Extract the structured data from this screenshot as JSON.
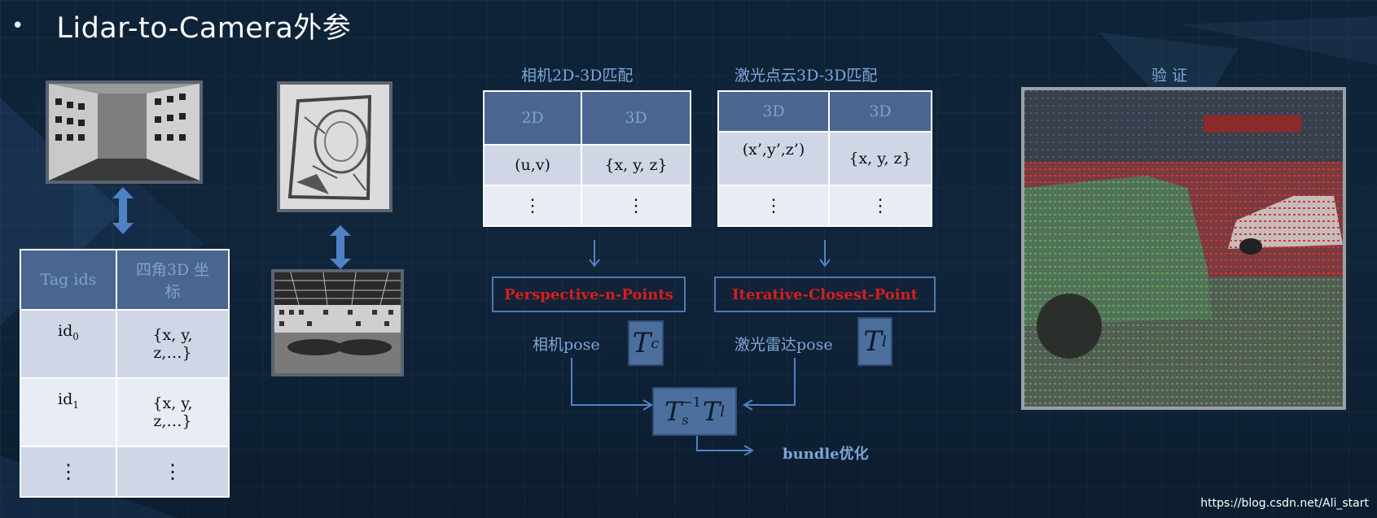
{
  "slide": {
    "bullet": "•",
    "title": "Lidar-to-Camera外参"
  },
  "tag_table": {
    "headers": [
      "Tag ids",
      "四角3D 坐标"
    ],
    "rows": [
      {
        "id_base": "id",
        "id_sub": "0",
        "coord": "{x, y, z,…}"
      },
      {
        "id_base": "id",
        "id_sub": "1",
        "coord": "{x, y, z,…}"
      },
      {
        "id_base": "⋮",
        "id_sub": "",
        "coord": "⋮"
      }
    ]
  },
  "camera_match": {
    "label": "相机2D-3D匹配",
    "headers": [
      "2D",
      "3D"
    ],
    "rows": [
      [
        "(u,v)",
        "{x, y, z}"
      ],
      [
        "⋮",
        "⋮"
      ]
    ],
    "method": "Perspective-n-Points",
    "pose_label": "相机pose",
    "pose_symbol": "T",
    "pose_sub": "c"
  },
  "lidar_match": {
    "label": "激光点云3D-3D匹配",
    "headers": [
      "3D",
      "3D"
    ],
    "rows": [
      [
        "(x’,y’,z’)",
        "{x, y, z}"
      ],
      [
        "⋮",
        "⋮"
      ]
    ],
    "method": "Iterative-Closest-Point",
    "pose_label": "激光雷达pose",
    "pose_symbol": "T",
    "pose_sub": "l"
  },
  "combine": {
    "t1": "T",
    "t1_sub": "s",
    "t1_sup": "−1",
    "t2": "T",
    "t2_sub": "l",
    "output_label": "bundle优化"
  },
  "verify": {
    "label": "验 证"
  },
  "watermark": "https://blog.csdn.net/Ali_start",
  "colors": {
    "background": "#10243a",
    "accent_label": "#7ea6d8",
    "method_text": "#d61e1e",
    "table_header": "#4a6690",
    "arrow": "#4f82c4"
  }
}
